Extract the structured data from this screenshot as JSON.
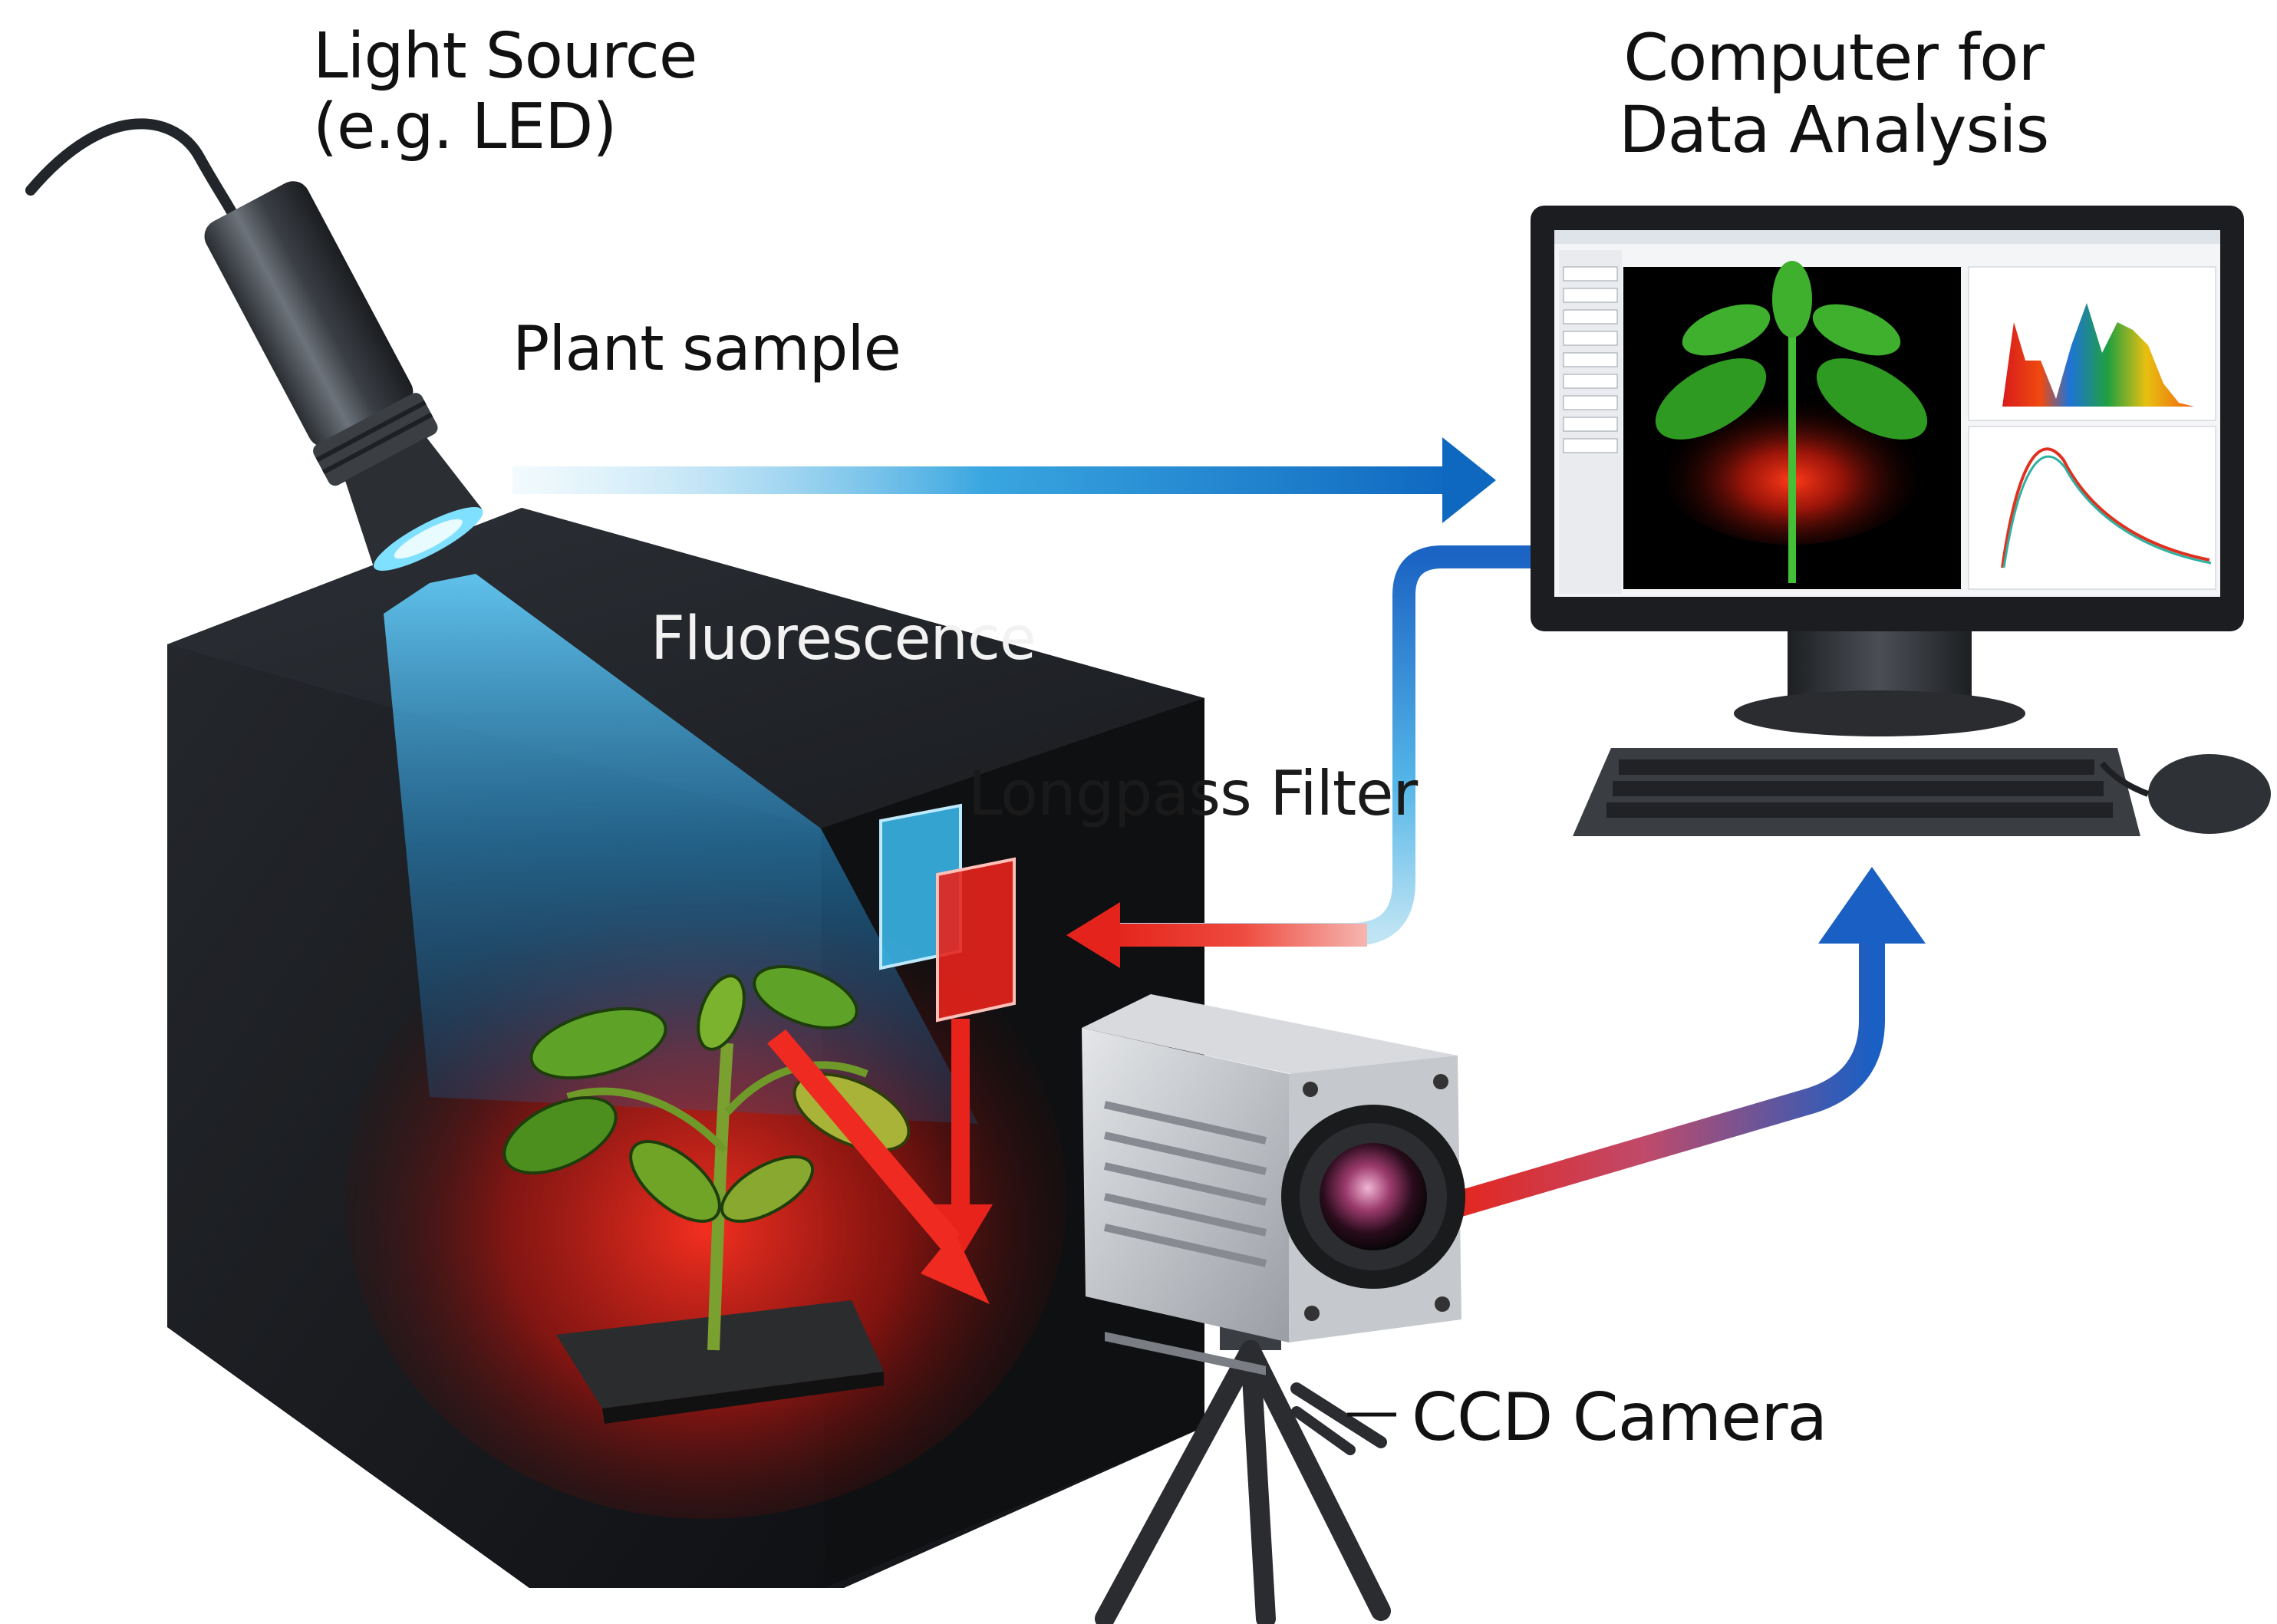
{
  "labels": {
    "light_source": [
      "Light Source",
      "(e.g. LED)"
    ],
    "computer": [
      "Computer for",
      "Data Analysis"
    ],
    "plant_sample": "Plant sample",
    "fluorescence": "Fluorescence",
    "longpass_filter": "Longpass Filter",
    "ccd_camera": "CCD Camera"
  },
  "colors": {
    "excitation_blue": "#1e8fd8",
    "emission_red": "#e8231c",
    "box_dark": "#1b1d21",
    "signal_blue": "#1a66c4"
  },
  "icons": [
    "led-lamp-icon",
    "plant-icon",
    "ccd-camera-icon",
    "monitor-icon",
    "keyboard-icon",
    "mouse-icon"
  ]
}
